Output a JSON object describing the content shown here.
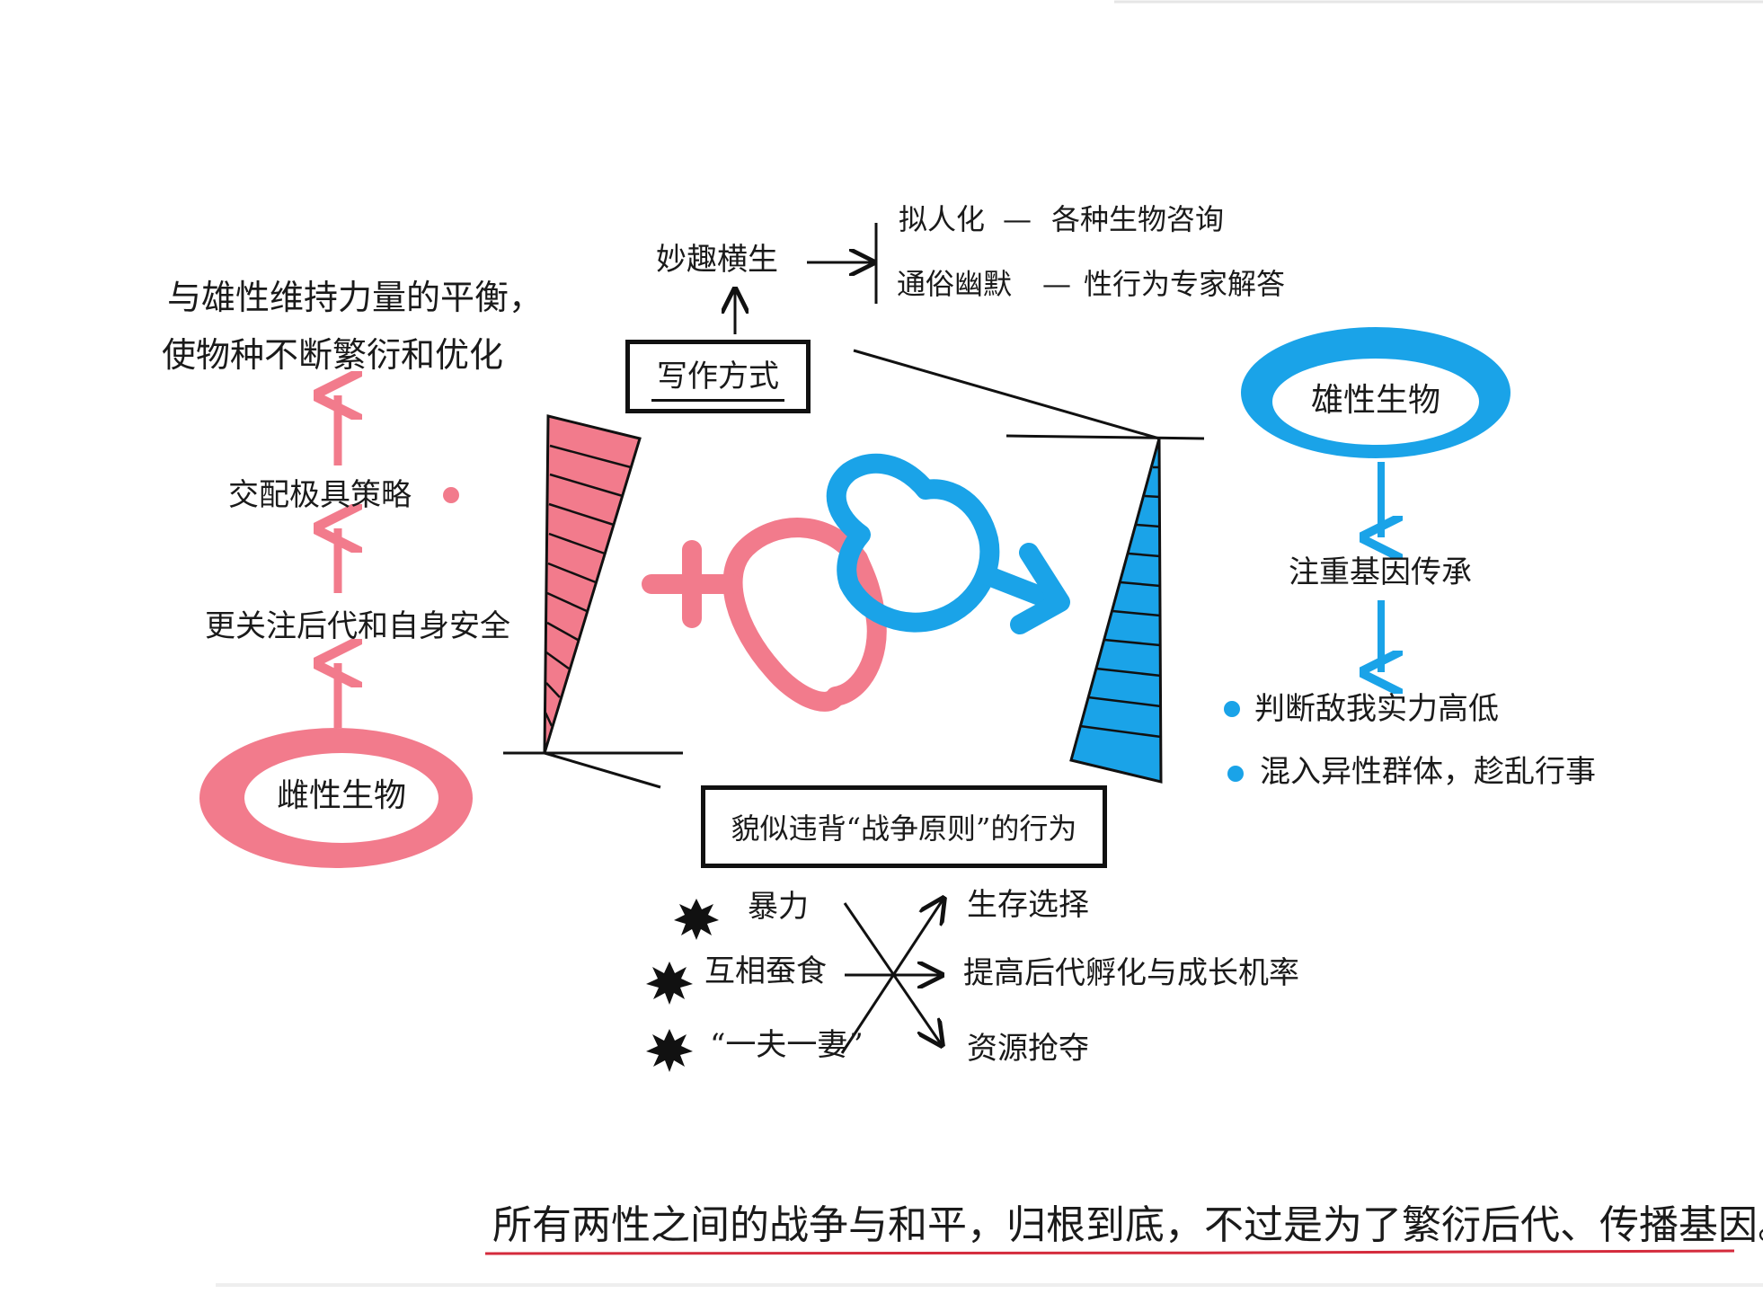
{
  "colors": {
    "female": "#f27b8c",
    "male": "#1aa3e8",
    "ink": "#111111",
    "underline": "#d42b3c"
  },
  "center": {
    "writing_box": "写作方式",
    "behavior_box": "貌似违背“战争原则”的行为"
  },
  "writing_style": {
    "label": "妙趣横生",
    "items": [
      {
        "left": "拟人化",
        "right": "各种生物咨询"
      },
      {
        "left": "通俗幽默",
        "right": "性行为专家解答"
      }
    ],
    "dash": "—"
  },
  "female_side": {
    "ellipse_label": "雌性生物",
    "chain": [
      "更关注后代和自身安全",
      "交配极具策略",
      "与雄性维持力量的平衡，",
      "使物种不断繁衍和优化"
    ]
  },
  "male_side": {
    "ellipse_label": "雄性生物",
    "chain": [
      "注重基因传承"
    ],
    "bullets": [
      "判断敌我实力高低",
      "混入异性群体，趁乱行事"
    ]
  },
  "behaviors": {
    "left": [
      "暴力",
      "互相蚕食",
      "“一夫一妻”"
    ],
    "right": [
      "生存选择",
      "提高后代孵化与成长机率",
      "资源抢夺"
    ],
    "marker_icon": "star-burst-icon"
  },
  "conclusion": "所有两性之间的战争与和平，归根到底，不过是为了繁衍后代、传播基因。"
}
